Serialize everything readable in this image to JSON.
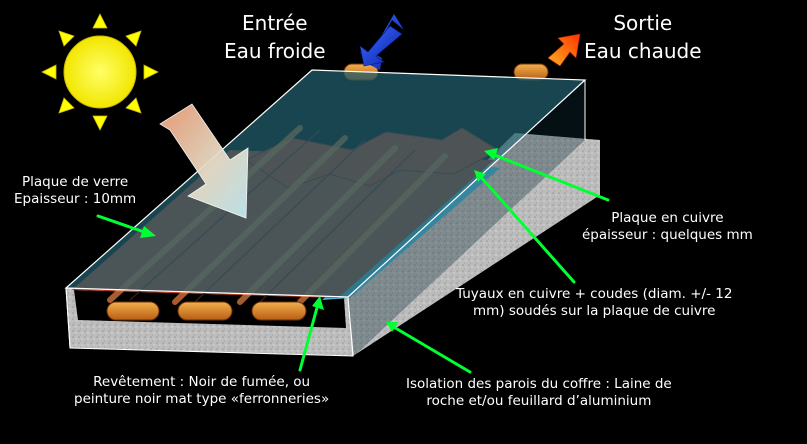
{
  "inlet": {
    "line1": "Entrée",
    "line2": "Eau froide"
  },
  "outlet": {
    "line1": "Sortie",
    "line2": "Eau chaude"
  },
  "glass": {
    "line1": "Plaque de verre",
    "line2": "Epaisseur : 10mm"
  },
  "copper_plate": {
    "line1": "Plaque en cuivre",
    "line2": "épaisseur : quelques mm"
  },
  "pipes": {
    "line1": "Tuyaux en cuivre + coudes (diam. +/- 12",
    "line2": "mm) soudés sur la plaque de cuivre"
  },
  "coating": {
    "line1": "Revêtement : Noir de fumée, ou",
    "line2": "peinture noir mat type «ferronneries»"
  },
  "insulation": {
    "line1": "Isolation des parois du coffre : Laine de",
    "line2": "roche et/ou feuillard d’aluminium"
  },
  "colors": {
    "background": "#000000",
    "sun": "#ffff00",
    "glass": "#1f5f6c",
    "copper": "#c0361a",
    "pipe": "#d8802a",
    "insulation": "#bdbdbd",
    "pointer": "#00ff33",
    "cold_arrow": "#1f3fd8",
    "hot_arrow": "#ff6a1a"
  }
}
